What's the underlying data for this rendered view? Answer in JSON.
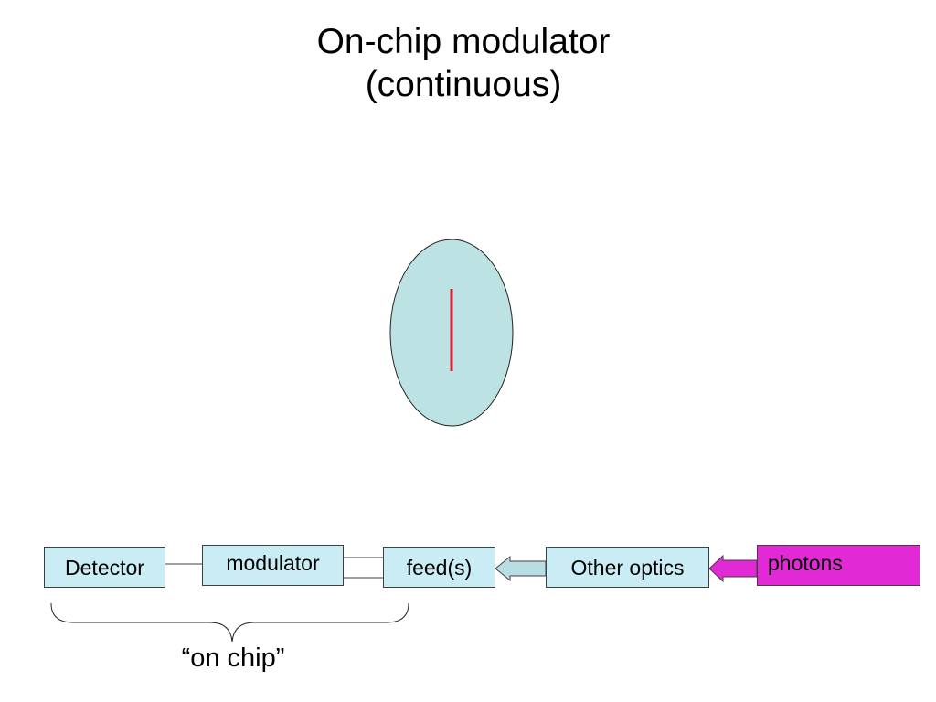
{
  "slide": {
    "title_line1": "On-chip modulator",
    "title_line2": "(continuous)"
  },
  "diagram": {
    "boxes": {
      "detector": "Detector",
      "modulator": "modulator",
      "feeds": "feed(s)",
      "other_optics": "Other optics",
      "photons": "photons"
    },
    "brace_label": "“on chip”"
  },
  "colors": {
    "box_fill": "#c9ecf5",
    "ellipse_fill": "#bde2e4",
    "red_line": "#dd1f2b",
    "photons_fill": "#e12ad6",
    "arrow_light": "#b8dde2",
    "arrow_magenta": "#e12ad6"
  },
  "icons": {
    "ellipse": "lens-ellipse-icon",
    "red_bar": "red-bar-icon",
    "arrow_feeds": "left-arrow-icon",
    "arrow_photons": "left-arrow-icon",
    "brace": "curly-brace-icon"
  }
}
